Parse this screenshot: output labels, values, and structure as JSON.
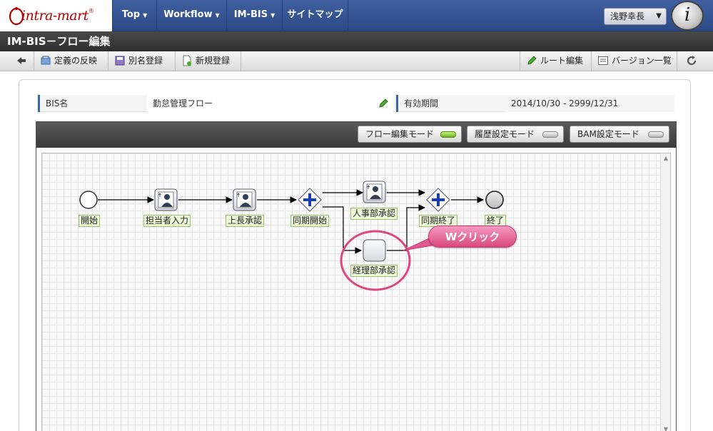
{
  "app": {
    "logo_text": "intra-mart"
  },
  "nav": {
    "items": [
      {
        "label": "Top",
        "has_caret": true
      },
      {
        "label": "Workflow",
        "has_caret": true
      },
      {
        "label": "IM-BIS",
        "has_caret": true
      },
      {
        "label": "サイトマップ",
        "has_caret": false
      }
    ],
    "user_name": "浅野幸長"
  },
  "page": {
    "title": "IM-BIS－フロー編集"
  },
  "toolbar": {
    "back_icon": "arrow-left-icon",
    "left_buttons": [
      {
        "label": "定義の反映",
        "icon": "reflect-icon"
      },
      {
        "label": "別名登録",
        "icon": "save-as-icon"
      },
      {
        "label": "新規登録",
        "icon": "new-doc-icon"
      }
    ],
    "right_buttons": [
      {
        "label": "ルート編集",
        "icon": "pencil-icon"
      },
      {
        "label": "バージョン一覧",
        "icon": "list-icon"
      }
    ],
    "refresh_icon": "refresh-icon"
  },
  "info": {
    "bis_name_label": "BIS名",
    "bis_name_value": "勤怠管理フロー",
    "period_label": "有効期間",
    "period_value": "2014/10/30 - 2999/12/31"
  },
  "modes": [
    {
      "label": "フロー編集モード",
      "active": true
    },
    {
      "label": "履歴設定モード",
      "active": false
    },
    {
      "label": "BAM設定モード",
      "active": false
    }
  ],
  "flow": {
    "nodes": {
      "start": "開始",
      "tanto": "担当者入力",
      "joucho": "上長承認",
      "sync_start": "同期開始",
      "jinji": "人事部承認",
      "keiri": "経理部承認",
      "sync_end": "同期終了",
      "end": "終了"
    }
  },
  "annotation": {
    "callout_text": "Wクリック",
    "highlight_color": "#e0457f"
  }
}
